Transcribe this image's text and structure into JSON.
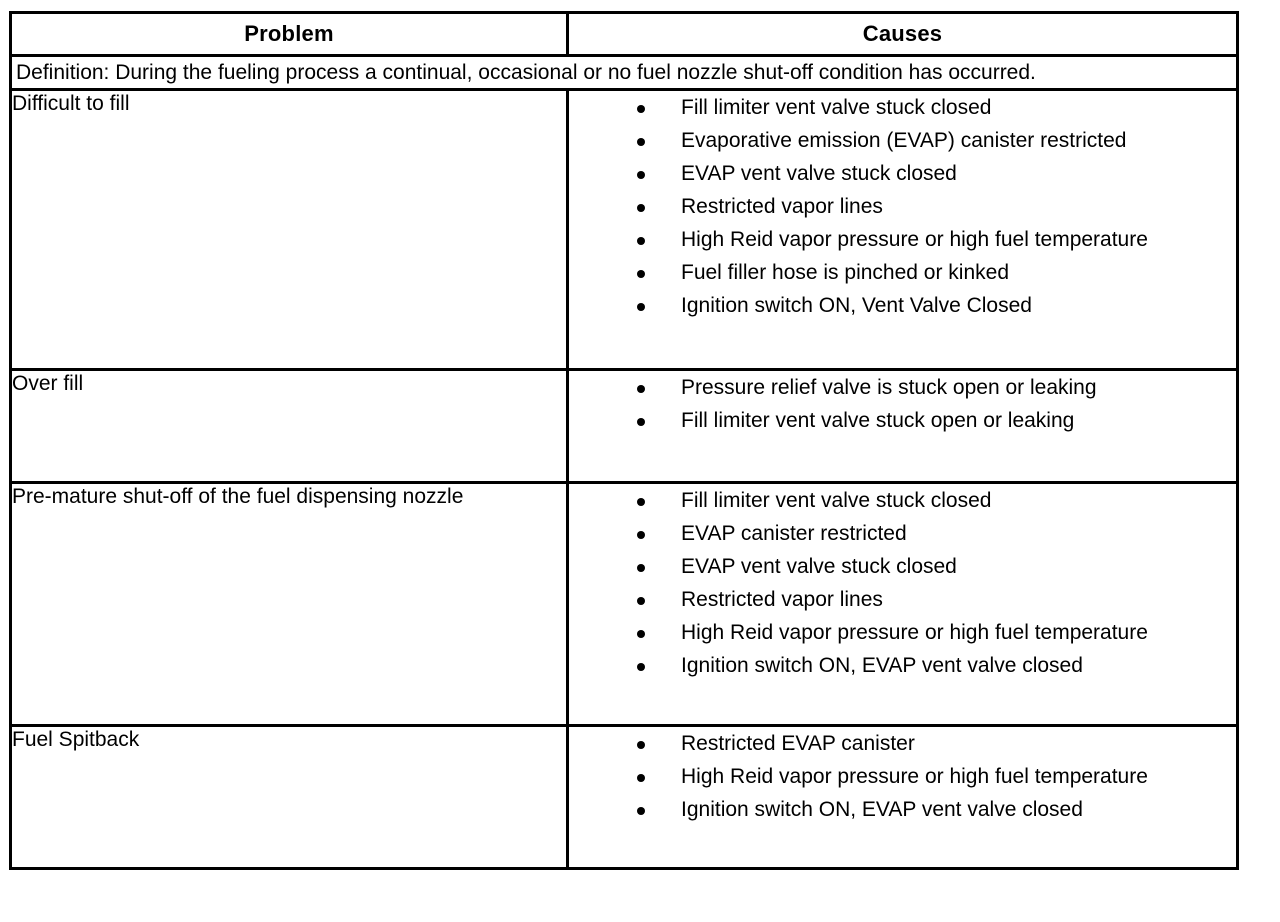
{
  "table": {
    "headers": {
      "problem": "Problem",
      "causes": "Causes"
    },
    "definition": "Definition: During the fueling process a continual, occasional or no fuel nozzle shut-off condition has occurred.",
    "rows": [
      {
        "problem": "Difficult to fill",
        "causes": [
          "Fill limiter vent valve stuck closed",
          "Evaporative emission (EVAP) canister restricted",
          "EVAP vent valve stuck closed",
          "Restricted vapor lines",
          "High Reid vapor pressure or high fuel temperature",
          "Fuel filler hose is pinched or kinked",
          "Ignition switch ON, Vent Valve Closed"
        ]
      },
      {
        "problem": "Over fill",
        "causes": [
          "Pressure relief valve is stuck open or leaking",
          "Fill limiter vent valve stuck open or leaking"
        ]
      },
      {
        "problem": "Pre-mature shut-off of the fuel dispensing nozzle",
        "causes": [
          "Fill limiter vent valve stuck closed",
          "EVAP canister restricted",
          "EVAP vent valve stuck closed",
          "Restricted vapor lines",
          "High Reid vapor pressure or high fuel temperature",
          "Ignition switch ON, EVAP vent valve closed"
        ]
      },
      {
        "problem": "Fuel Spitback",
        "causes": [
          "Restricted EVAP canister",
          "High Reid vapor pressure or high fuel temperature",
          "Ignition switch ON, EVAP vent valve closed"
        ]
      }
    ]
  },
  "colors": {
    "border": "#000000",
    "text": "#000000",
    "background": "#ffffff"
  }
}
